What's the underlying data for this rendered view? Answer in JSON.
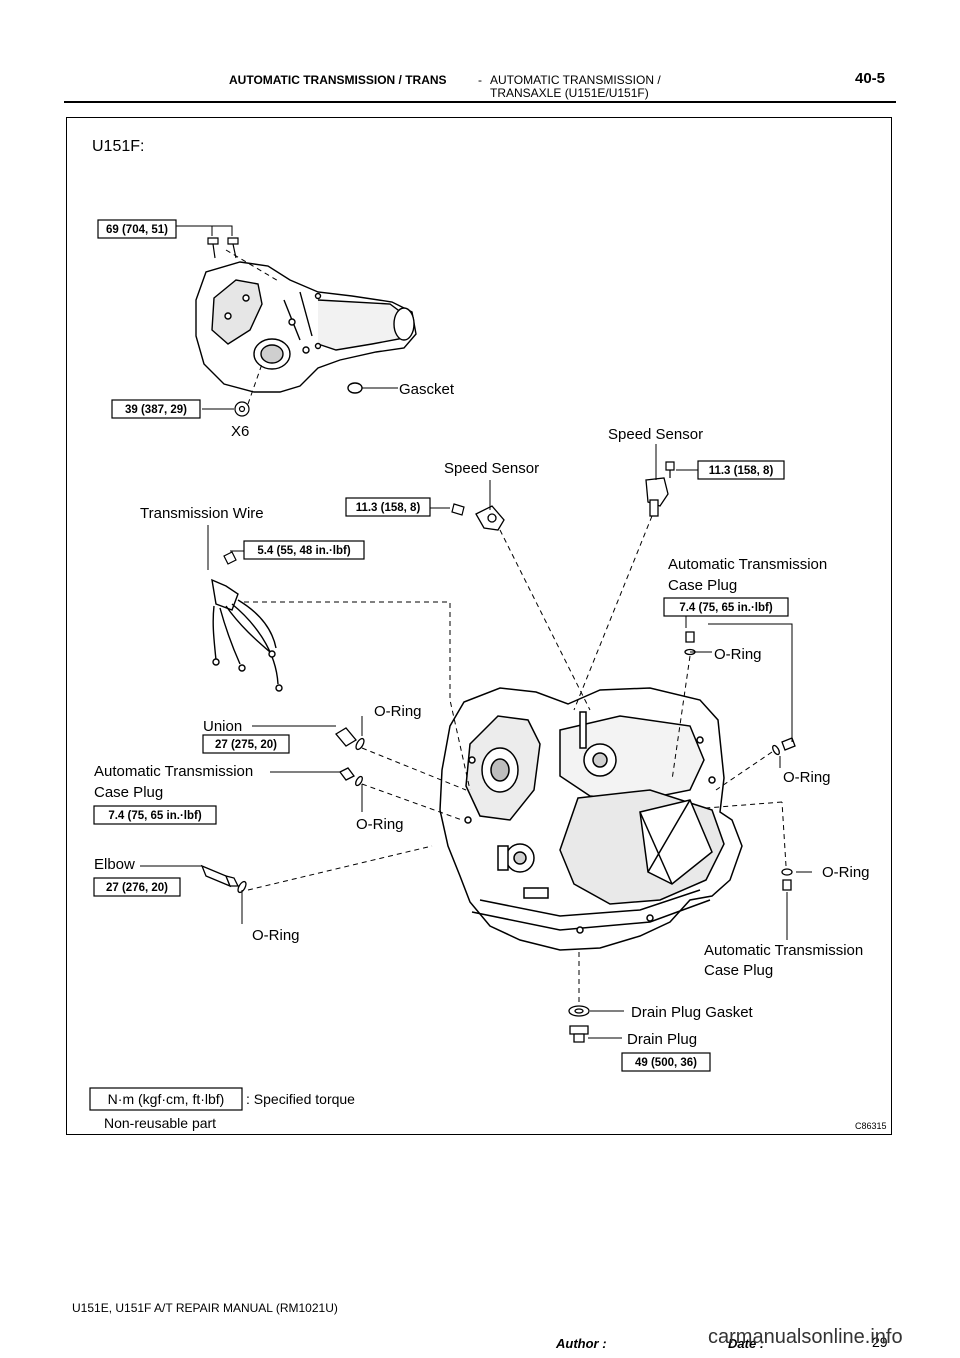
{
  "header": {
    "left_title": "AUTOMATIC TRANSMISSION / TRANS",
    "dash": "-",
    "right_title_line1": "AUTOMATIC TRANSMISSION /",
    "right_title_line2": "TRANSAXLE (U151E/U151F)",
    "section_number": "40-5"
  },
  "diagram": {
    "model_label": "U151F:",
    "figure_code": "C86315",
    "labels": {
      "gascket": "Gascket",
      "x6": "X6",
      "speed_sensor_1": "Speed Sensor",
      "speed_sensor_2": "Speed Sensor",
      "transmission_wire": "Transmission Wire",
      "at_case_plug_right_1": "Automatic Transmission",
      "at_case_plug_right_2": "Case Plug",
      "o_ring_right_top": "O-Ring",
      "union": "Union",
      "o_ring_union": "O-Ring",
      "at_case_plug_left_1": "Automatic Transmission",
      "at_case_plug_left_2": "Case Plug",
      "o_ring_left_mid": "O-Ring",
      "o_ring_right_mid": "O-Ring",
      "elbow": "Elbow",
      "o_ring_right_low": "O-Ring",
      "o_ring_elbow": "O-Ring",
      "at_case_plug_bottom_1": "Automatic Transmission",
      "at_case_plug_bottom_2": "Case Plug",
      "drain_plug_gasket": "Drain Plug Gasket",
      "drain_plug": "Drain Plug"
    },
    "torques": {
      "t_69": "69 (704, 51)",
      "t_39": "39 (387, 29)",
      "t_113_a": "11.3 (158, 8)",
      "t_113_b": "11.3 (158, 8)",
      "t_54": "5.4 (55, 48 in.·lbf)",
      "t_74_right": "7.4 (75, 65 in.·lbf)",
      "t_27_union": "27 (275, 20)",
      "t_74_left": "7.4 (75, 65 in.·lbf)",
      "t_27_elbow": "27 (276, 20)",
      "t_49": "49 (500, 36)"
    },
    "legend": {
      "unit_box": "N·m (kgf·cm, ft·lbf)",
      "specified_torque": ": Specified torque",
      "non_reusable": "Non-reusable part"
    }
  },
  "footer": {
    "manual_title": "U151E, U151F A/T REPAIR MANUAL   (RM1021U)",
    "author_label": "Author :",
    "date_label": "Date :",
    "page_number": "29",
    "watermark": "carmanualsonline.info"
  }
}
